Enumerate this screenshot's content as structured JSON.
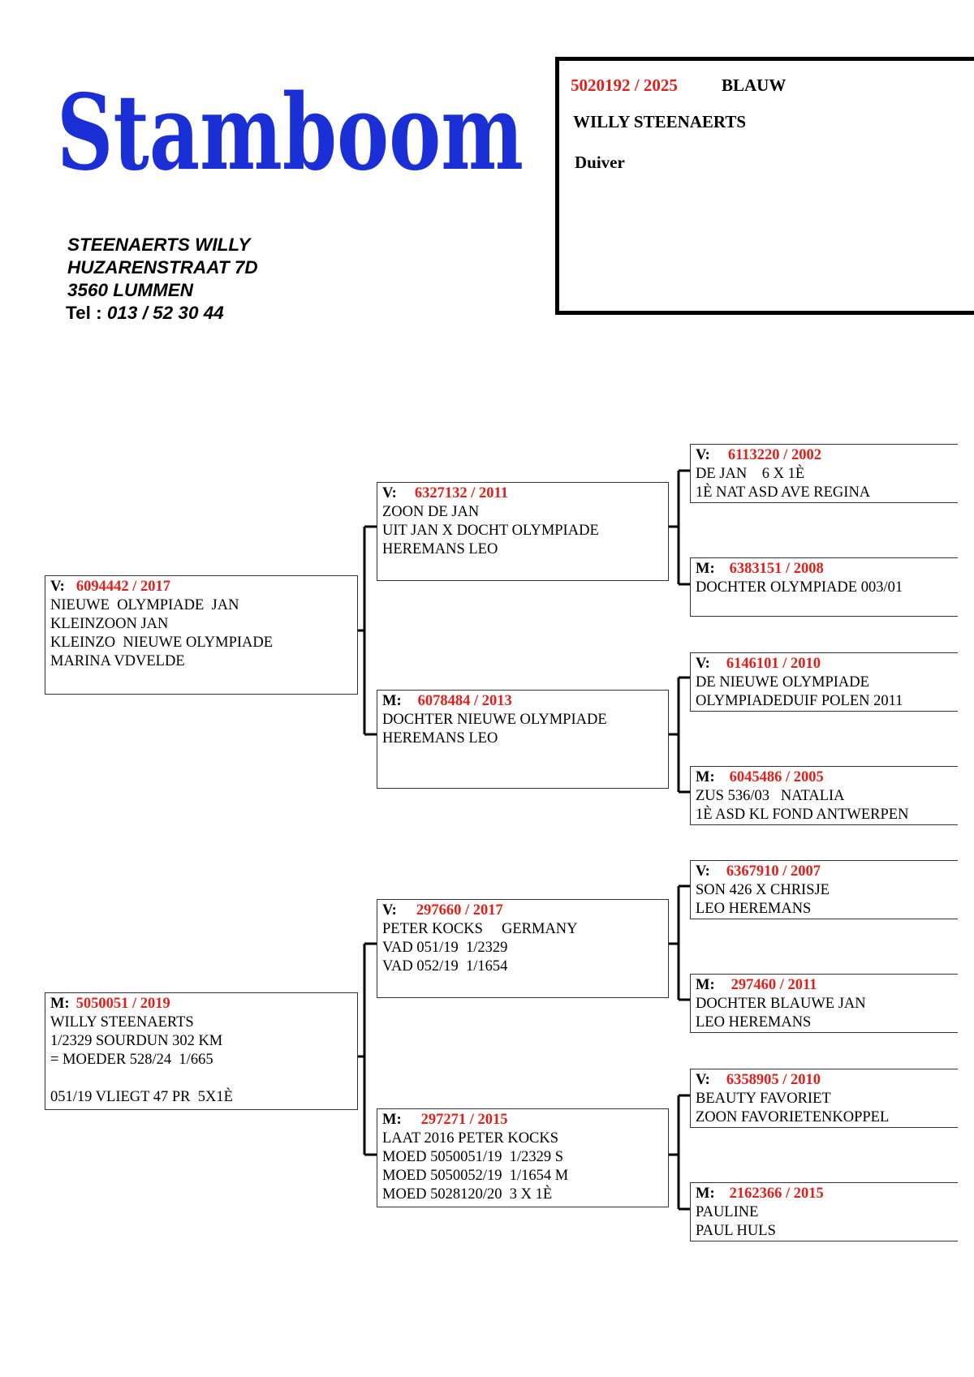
{
  "logo": {
    "text": "Stamboom",
    "color": "#1a2fd6"
  },
  "owner_address": {
    "name": "STEENAERTS WILLY",
    "street": "HUZARENSTRAAT 7D",
    "city": "3560 LUMMEN",
    "tel_label": "Tel :",
    "tel_number": "013 / 52 30 44"
  },
  "pigeon": {
    "ring": "5020192 / 2025",
    "color": "BLAUW",
    "owner": "WILLY STEENAERTS",
    "sex": "Duiver"
  },
  "colors": {
    "ring_red": "#e0201b",
    "logo_blue": "#1a2fd6"
  },
  "ancestors": {
    "father": {
      "role": "V:",
      "ring": "6094442 / 2017",
      "lines": [
        "NIEUWE  OLYMPIADE  JAN",
        "KLEINZOON JAN",
        "KLEINZO  NIEUWE OLYMPIADE",
        "MARINA VDVELDE"
      ]
    },
    "mother": {
      "role": "M:",
      "ring": "5050051 / 2019",
      "lines": [
        "WILLY STEENAERTS",
        "1/2329 SOURDUN 302 KM",
        "= MOEDER 528/24  1/665",
        "",
        "051/19 VLIEGT 47 PR  5X1È"
      ]
    },
    "ff": {
      "role": "V:",
      "ring": "6327132 / 2011",
      "lines": [
        "ZOON DE JAN",
        "UIT JAN X DOCHT OLYMPIADE",
        "HEREMANS LEO"
      ]
    },
    "fm": {
      "role": "M:",
      "ring": "6078484 / 2013",
      "lines": [
        "DOCHTER NIEUWE OLYMPIADE",
        "HEREMANS LEO"
      ]
    },
    "mf": {
      "role": "V:",
      "ring": "297660 / 2017",
      "lines": [
        "PETER KOCKS     GERMANY",
        "VAD 051/19  1/2329",
        "VAD 052/19  1/1654"
      ]
    },
    "mm": {
      "role": "M:",
      "ring": "297271 / 2015",
      "lines": [
        "LAAT 2016 PETER KOCKS",
        "MOED 5050051/19  1/2329 S",
        "MOED 5050052/19  1/1654 M",
        "MOED 5028120/20  3 X 1È"
      ]
    },
    "fff": {
      "role": "V:",
      "ring": "6113220 / 2002",
      "lines": [
        "DE JAN    6 X 1È",
        "1È NAT ASD AVE REGINA"
      ]
    },
    "ffm": {
      "role": "M:",
      "ring": "6383151 / 2008",
      "lines": [
        "DOCHTER OLYMPIADE 003/01"
      ]
    },
    "fmf": {
      "role": "V:",
      "ring": "6146101 / 2010",
      "lines": [
        "DE NIEUWE OLYMPIADE",
        "OLYMPIADEDUIF POLEN 2011"
      ]
    },
    "fmm": {
      "role": "M:",
      "ring": "6045486 / 2005",
      "lines": [
        "ZUS 536/03   NATALIA",
        "1È ASD KL FOND ANTWERPEN"
      ]
    },
    "mff": {
      "role": "V:",
      "ring": "6367910 / 2007",
      "lines": [
        "SON 426 X CHRISJE",
        "LEO HEREMANS"
      ]
    },
    "mfm": {
      "role": "M:",
      "ring": "297460 / 2011",
      "lines": [
        "DOCHTER BLAUWE JAN",
        "LEO HEREMANS"
      ]
    },
    "mmf": {
      "role": "V:",
      "ring": "6358905 / 2010",
      "lines": [
        "BEAUTY FAVORIET",
        "ZOON FAVORIETENKOPPEL"
      ]
    },
    "mmm": {
      "role": "M:",
      "ring": "2162366 / 2015",
      "lines": [
        "PAULINE",
        "PAUL HULS"
      ]
    }
  }
}
